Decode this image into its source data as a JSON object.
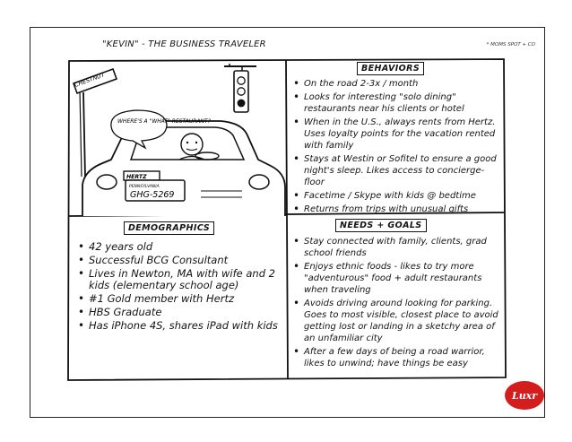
{
  "header": {
    "title": "\"KEVIN\" - THE BUSINESS TRAVELER",
    "note": "* MOMS SPOT + CO"
  },
  "illustration": {
    "street_sign": "CHESTNUT",
    "speech_bubble": "WHERE'S A \"WHAT\" RESTAURANT?",
    "car_badge": "HERTZ",
    "plate_state": "PENNSYLVANIA",
    "plate_number": "GHG-5269"
  },
  "behaviors": {
    "heading": "BEHAVIORS",
    "items": [
      "On the road 2-3x / month",
      "Looks for interesting \"solo dining\" restaurants near his clients or hotel",
      "When in the U.S., always rents from Hertz. Uses loyalty points for the vacation rented with family",
      "Stays at Westin or Sofitel to ensure a good night's sleep. Likes access to concierge-floor",
      "Facetime / Skype with kids @ bedtime",
      "Returns from trips with unusual gifts"
    ]
  },
  "demographics": {
    "heading": "DEMOGRAPHICS",
    "items": [
      "42 years old",
      "Successful BCG Consultant",
      "Lives in Newton, MA with wife and 2 kids (elementary school age)",
      "#1 Gold member with Hertz",
      "HBS Graduate",
      "Has iPhone 4S, shares iPad with kids"
    ]
  },
  "needs_goals": {
    "heading": "NEEDS + GOALS",
    "items": [
      "Stay connected with family, clients, grad school friends",
      "Enjoys ethnic foods - likes to try more \"adventurous\" food + adult restaurants when traveling",
      "Avoids driving around looking for parking. Goes to most visible, closest place to avoid getting lost or landing in a sketchy area of an unfamiliar city",
      "After a few days of being a road warrior, likes to unwind; have things be easy"
    ]
  },
  "brand": {
    "logo_text": "Luxr",
    "accent": "#d41e1e"
  }
}
